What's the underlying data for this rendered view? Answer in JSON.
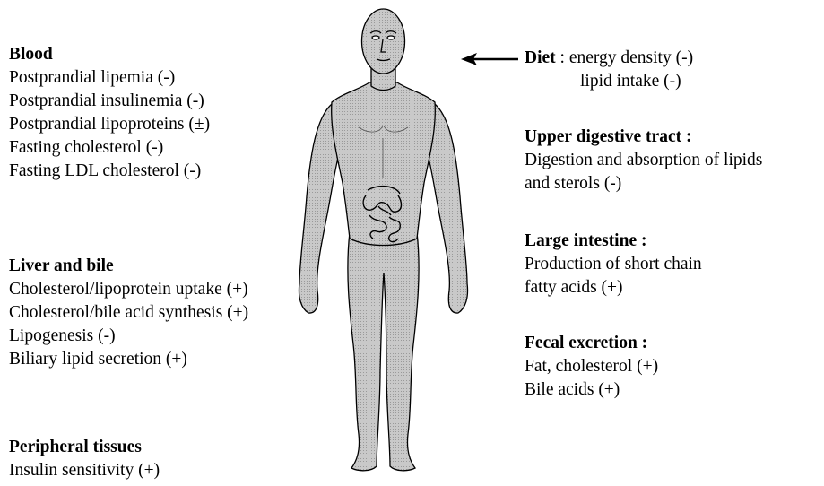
{
  "blood": {
    "heading": "Blood",
    "lines": [
      "Postprandial lipemia (-)",
      "Postprandial insulinemia (-)",
      "Postprandial lipoproteins (±)",
      "Fasting cholesterol (-)",
      "Fasting LDL cholesterol (-)"
    ]
  },
  "liver": {
    "heading": "Liver and bile",
    "lines": [
      "Cholesterol/lipoprotein uptake (+)",
      "Cholesterol/bile acid synthesis (+)",
      "Lipogenesis (-)",
      "Biliary lipid secretion (+)"
    ]
  },
  "peripheral": {
    "heading": "Peripheral tissues",
    "lines": [
      "Insulin sensitivity (+)"
    ]
  },
  "diet": {
    "heading": "Diet",
    "first_line": " : energy density (-)",
    "second_line": "lipid intake (-)"
  },
  "upper": {
    "heading": "Upper digestive tract :",
    "lines": [
      "Digestion and absorption of lipids",
      "and sterols (-)"
    ]
  },
  "large": {
    "heading": "Large intestine :",
    "lines": [
      "Production of short chain",
      "fatty acids (+)"
    ]
  },
  "fecal": {
    "heading": "Fecal excretion :",
    "lines": [
      "Fat, cholesterol (+)",
      "Bile acids (+)"
    ]
  },
  "colors": {
    "body_fill": "#c4c4c4",
    "outline": "#000000"
  }
}
